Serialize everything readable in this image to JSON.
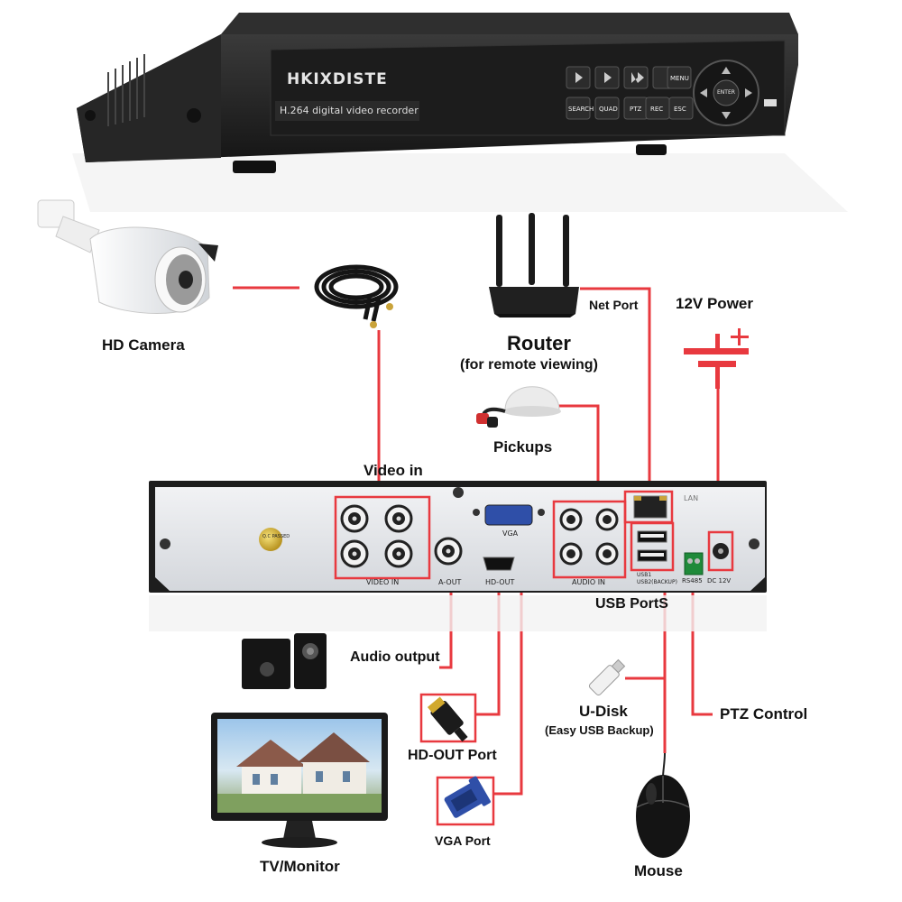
{
  "dvr_front": {
    "brand": "HKIXDISTE",
    "model_text": "H.264 digital video recorder",
    "buttons": [
      "SEARCH",
      "QUAD",
      "PTZ",
      "REC",
      "ESC",
      "MENU"
    ],
    "dial_center": "ENTER"
  },
  "dvr_rear": {
    "video_in_label": "VIDEO IN",
    "a_out_label": "A-OUT",
    "hd_out_label": "HD-OUT",
    "vga_label": "VGA",
    "audio_in_label": "AUDIO IN",
    "lan_label": "LAN",
    "usb_label_1": "USB1",
    "usb_label_2": "USB2(BACKUP)",
    "rs485_label": "RS485",
    "dc_label": "DC 12V",
    "qc_label": "Q.C PASSED"
  },
  "labels": {
    "hd_camera": "HD Camera",
    "video_in": "Video in",
    "net_port": "Net Port",
    "power": "12V Power",
    "router": "Router",
    "router_sub": "(for remote viewing)",
    "pickups": "Pickups",
    "usb_ports": "USB PortS",
    "audio_output": "Audio output",
    "u_disk": "U-Disk",
    "u_disk_sub": "(Easy USB Backup)",
    "ptz_control": "PTZ Control",
    "hd_out_port": "HD-OUT Port",
    "vga_port": "VGA Port",
    "tv_monitor": "TV/Monitor",
    "mouse": "Mouse"
  },
  "colors": {
    "connector_red": "#e8393f",
    "dvr_body": "#1e1e1e",
    "panel_gray": "#e4e6ea"
  },
  "icons": [
    "hd-camera-icon",
    "bnc-cable-icon",
    "router-icon",
    "power-plus-icon",
    "microphone-icon",
    "speakers-icon",
    "hdmi-plug-icon",
    "vga-plug-icon",
    "monitor-icon",
    "usb-stick-icon",
    "mouse-icon"
  ]
}
